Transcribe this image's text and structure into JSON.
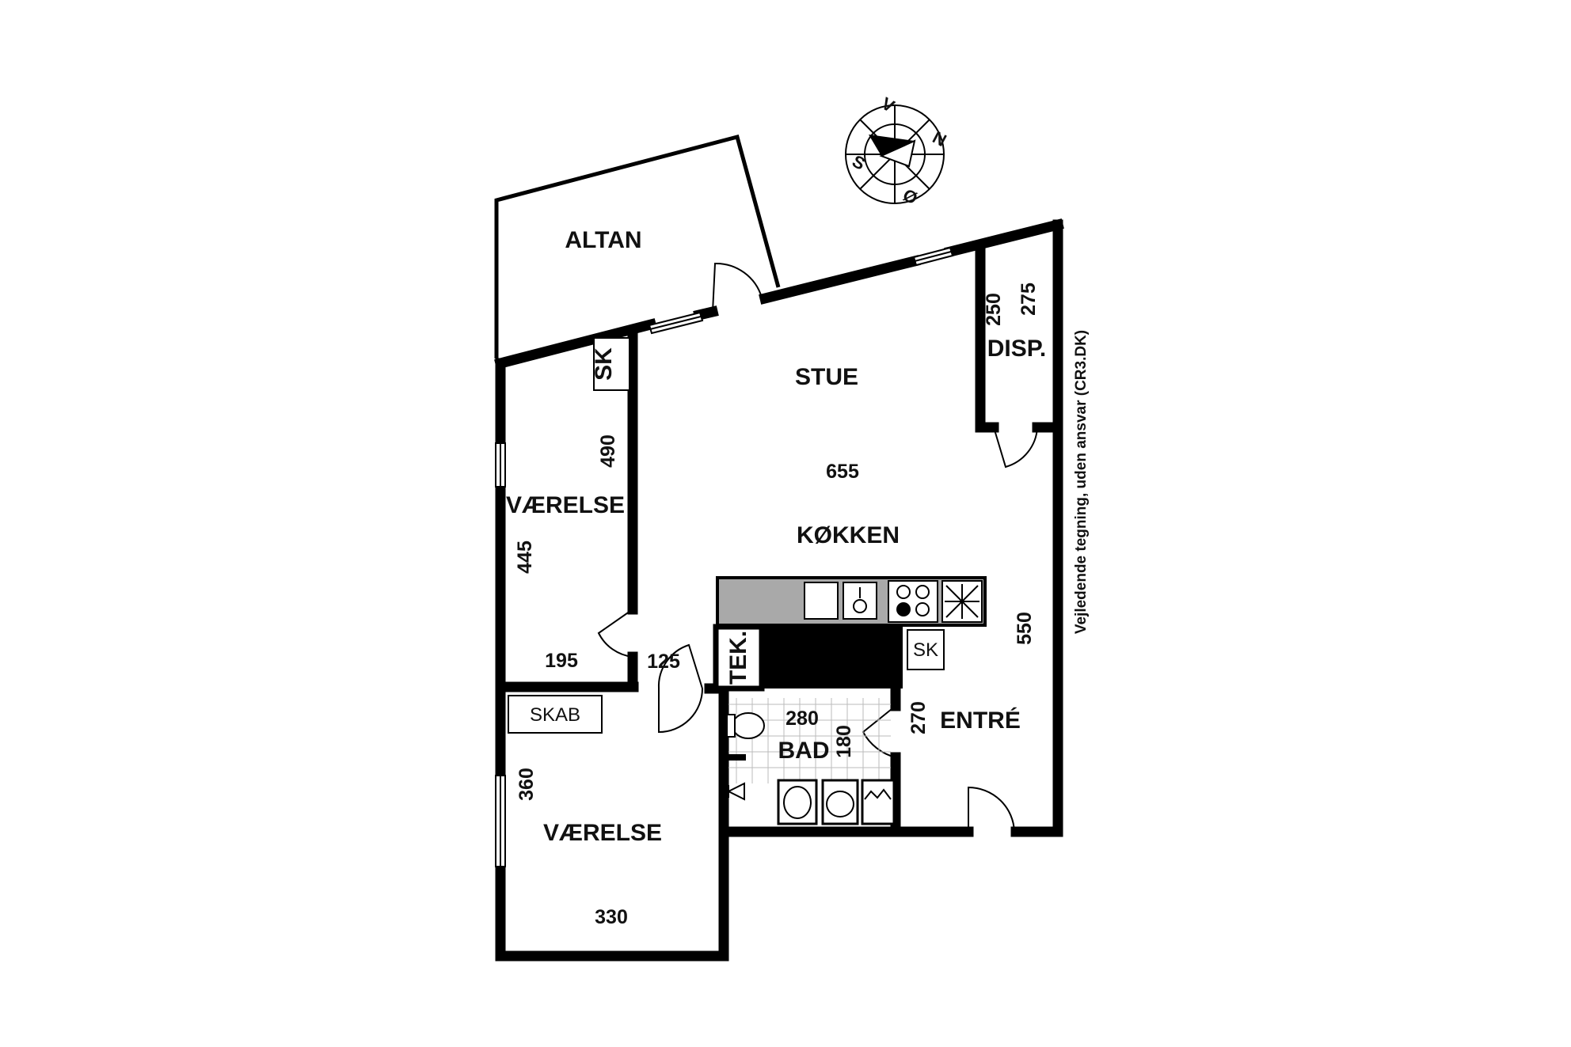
{
  "rooms": {
    "altan": "ALTAN",
    "stue": "STUE",
    "disp": "DISP.",
    "koekken": "KØKKEN",
    "vaerelse_top": "VÆRELSE",
    "vaerelse_bottom": "VÆRELSE",
    "entre": "ENTRÉ",
    "bad": "BAD"
  },
  "fixtures": {
    "sk_top": "SK",
    "sk_entre": "SK",
    "tek": "TEK.",
    "skab": "SKAB"
  },
  "dimensions": {
    "d250": "250",
    "d275": "275",
    "d490": "490",
    "d655": "655",
    "d445": "445",
    "d550": "550",
    "d195": "195",
    "d125": "125",
    "d280": "280",
    "d180": "180",
    "d270": "270",
    "d360": "360",
    "d330": "330"
  },
  "compass": {
    "n": "N",
    "oe": "Ø",
    "s": "S",
    "v": "V"
  },
  "disclaimer": "Vejledende tegning, uden ansvar (CR3.DK)"
}
